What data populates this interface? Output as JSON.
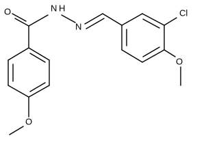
{
  "molecule": {
    "atoms": {
      "carbonyl_oxygen": "O",
      "amide_nitrogen": "N",
      "amide_hydrogen": "H",
      "imine_nitrogen": "N",
      "chlorine": "Cl",
      "methoxy_oxygen_right": "O",
      "methoxy_oxygen_left": "O"
    }
  }
}
